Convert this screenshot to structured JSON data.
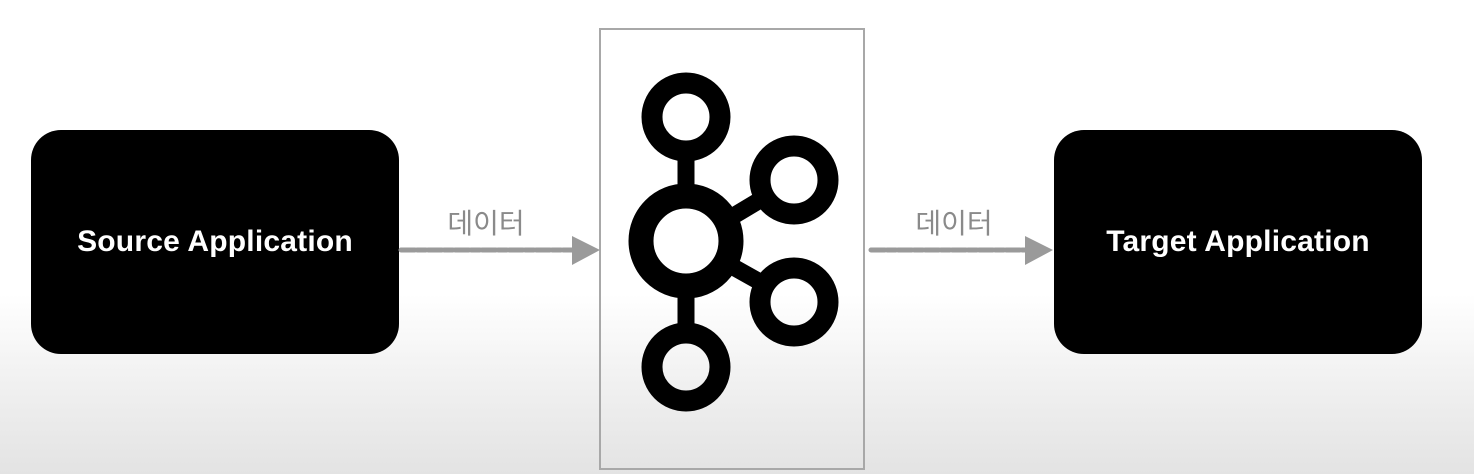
{
  "source": {
    "label": "Source Application"
  },
  "target": {
    "label": "Target Application"
  },
  "flows": {
    "left_label": "데이터",
    "right_label": "데이터"
  },
  "hub": {
    "icon": "kafka-logo-icon"
  },
  "colors": {
    "box": "#000000",
    "box_text": "#ffffff",
    "arrow": "#9a9a9a",
    "label": "#8a8a8a",
    "frame": "#a8a8a8"
  }
}
